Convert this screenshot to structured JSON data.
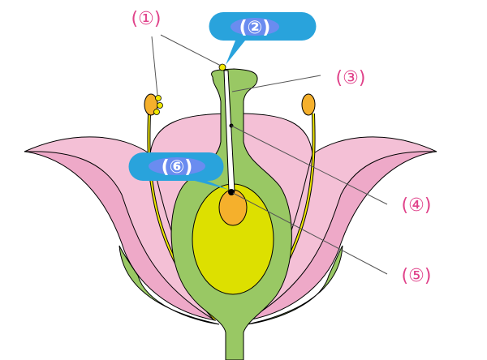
{
  "diagram": {
    "title": "Flower cross-section",
    "labels": [
      {
        "id": "1",
        "text": "(①)",
        "points_to": "pollen on anther"
      },
      {
        "id": "2",
        "text": "(②)",
        "points_to": "stigma",
        "highlighted": true
      },
      {
        "id": "3",
        "text": "(③)",
        "points_to": "style"
      },
      {
        "id": "4",
        "text": "(④)",
        "points_to": "pollen tube"
      },
      {
        "id": "5",
        "text": "(⑤)",
        "points_to": "ovule"
      },
      {
        "id": "6",
        "text": "(⑥)",
        "points_to": "egg cell",
        "highlighted": true
      }
    ],
    "colors": {
      "label_text": "#e0428a",
      "bubble": "#29a3dc",
      "bubble_inner": "#6a8cf0",
      "green": "#99c864",
      "petal_light": "#f4c0d6",
      "petal_dark": "#eea9c8",
      "ovary_yellow": "#dde000",
      "orange": "#f5b02c",
      "filament": "#f0e800"
    }
  }
}
